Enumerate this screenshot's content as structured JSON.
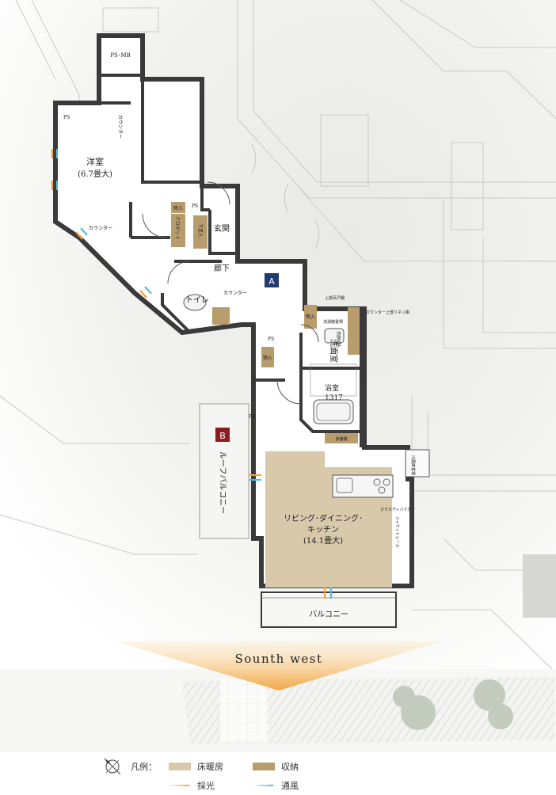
{
  "rooms": {
    "western_room": "洋室",
    "western_room_size": "(6.7畳大)",
    "ldk_line1": "リビング･ダイニング･",
    "ldk_line2": "キッチン",
    "ldk_size": "(14.1畳大)",
    "entrance": "玄関",
    "hallway": "廊下",
    "toilet": "トイレ",
    "washroom": "洗面室",
    "bathroom": "浴室",
    "bathroom_size": "1317",
    "balcony": "バルコニー",
    "roof_balcony": "ルーフバルコニー"
  },
  "labels": {
    "ps_mb": "PS･MB",
    "ps": "PS",
    "counter": "カウンター",
    "storage": "物入",
    "closet": "クロゼット",
    "shoe_box": "下足入",
    "washer_space": "洗濯機置場",
    "upper_hanging_shelf": "上部吊戸棚",
    "counter_upper_linen": "カウンター上部リネン庫",
    "dresser_storage": "洗面収納",
    "cupboard": "食器棚",
    "fridge_space": "冷蔵庫置場",
    "glass_divider": "ガラスディバイダー",
    "sliding_rail": "ジャケットレール",
    "marker_a": "A",
    "marker_b": "B"
  },
  "orientation": {
    "label": "Sounth west"
  },
  "legend": {
    "prefix": "凡例：",
    "floor_heating": "床暖房",
    "storage": "収納",
    "daylight": "採光",
    "ventilation": "通風"
  },
  "colors": {
    "floor_heating": "#d8c9ab",
    "storage": "#b89c6c",
    "wall": "#3a3a3a",
    "marker_a": "#1f3b70",
    "marker_b": "#8c1c22",
    "daylight": "#f0a040",
    "ventilation": "#58b8d8"
  }
}
